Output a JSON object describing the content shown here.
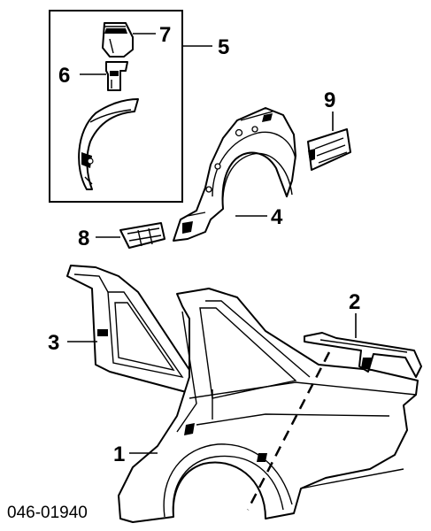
{
  "diagram": {
    "callouts": [
      "1",
      "2",
      "3",
      "4",
      "5",
      "6",
      "7",
      "8",
      "9"
    ],
    "code": "046-01940"
  }
}
